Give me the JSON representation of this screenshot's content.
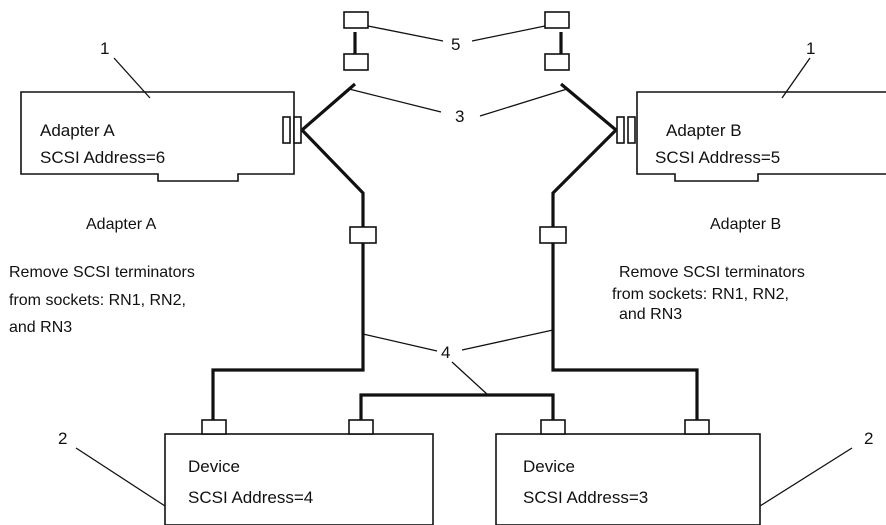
{
  "adapters": [
    {
      "name": "Adapter A",
      "address": "SCSI  Address=6"
    },
    {
      "name": "Adapter B",
      "address": "SCSI  Address=5"
    }
  ],
  "adapter_captions": [
    "Adapter A",
    "Adapter B"
  ],
  "notes": [
    {
      "lines": [
        "Remove SCSI terminators",
        "from sockets: RN1, RN2,",
        "and  RN3"
      ]
    },
    {
      "lines": [
        "Remove SCSI terminators",
        "from sockets: RN1, RN2,",
        "and  RN3"
      ]
    }
  ],
  "devices": [
    {
      "name": "Device",
      "address": "SCSI  Address=4"
    },
    {
      "name": "Device",
      "address": "SCSI  Address=3"
    }
  ],
  "callouts": {
    "adapter": "1",
    "device": "2",
    "y_cable": "3",
    "cable": "4",
    "terminator": "5"
  },
  "colors": {
    "line": "#111111",
    "background": "#ffffff"
  }
}
